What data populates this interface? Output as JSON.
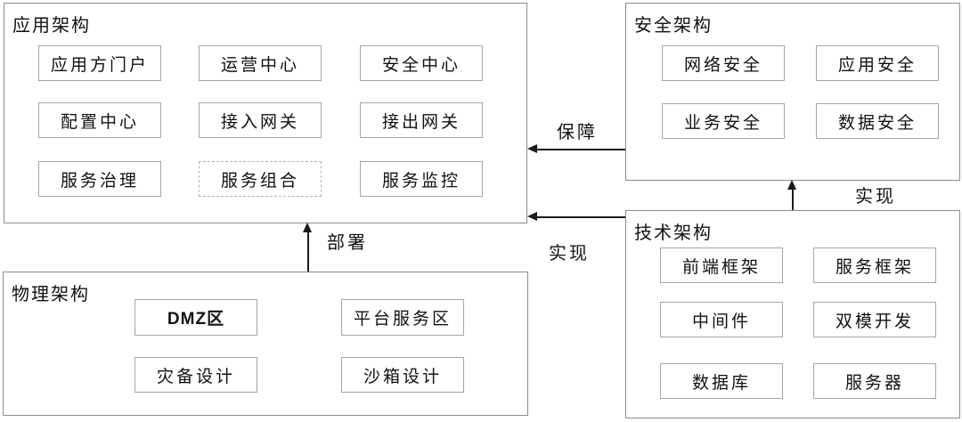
{
  "sections": {
    "application": {
      "title": "应用架构",
      "items": [
        "应用方门户",
        "运营中心",
        "安全中心",
        "配置中心",
        "接入网关",
        "接出网关",
        "服务治理",
        "服务组合",
        "服务监控"
      ],
      "dashed_item": "服务组合"
    },
    "security": {
      "title": "安全架构",
      "items": [
        "网络安全",
        "应用安全",
        "业务安全",
        "数据安全"
      ]
    },
    "technology": {
      "title": "技术架构",
      "items": [
        "前端框架",
        "服务框架",
        "中间件",
        "双模开发",
        "数据库",
        "服务器"
      ]
    },
    "physical": {
      "title": "物理架构",
      "items": [
        "DMZ区",
        "平台服务区",
        "灾备设计",
        "沙箱设计"
      ]
    }
  },
  "arrows": {
    "guarantee": {
      "label": "保障",
      "from": "安全架构",
      "to": "应用架构",
      "direction": "left"
    },
    "realize_app": {
      "label": "实现",
      "from": "技术架构",
      "to": "应用架构",
      "direction": "left"
    },
    "realize_security": {
      "label": "实现",
      "from": "技术架构",
      "to": "安全架构",
      "direction": "up"
    },
    "deploy": {
      "label": "部署",
      "from": "物理架构",
      "to": "应用架构",
      "direction": "up"
    }
  },
  "colors": {
    "background": "#ffffff",
    "section_border": "#8c8c8c",
    "node_border": "#a6a6a6",
    "dashed_node_border": "#b3b3b3",
    "arrow": "#1a1a1a",
    "text": "#111111"
  }
}
